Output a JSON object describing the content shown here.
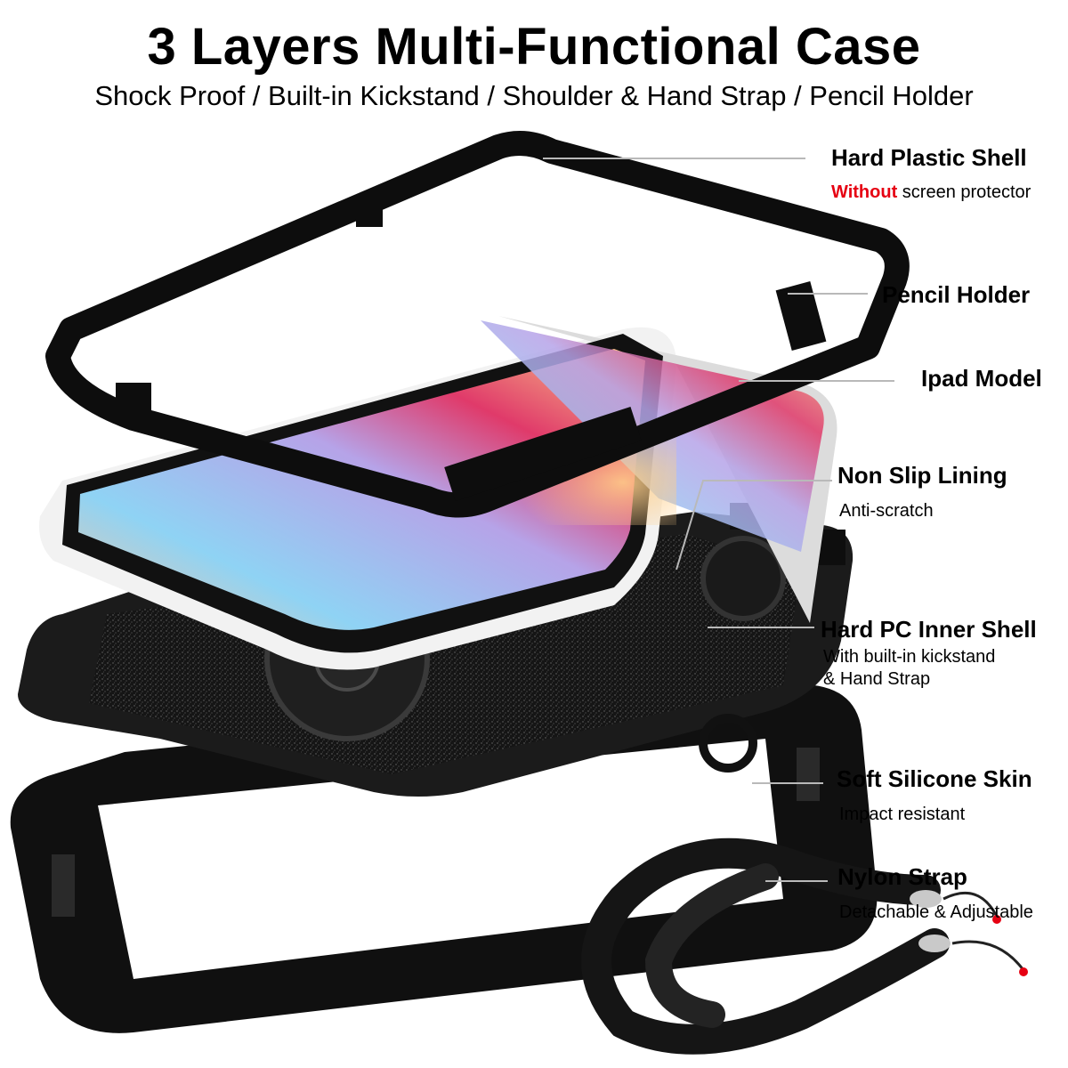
{
  "header": {
    "title": "3 Layers Multi-Functional Case",
    "subtitle": "Shock Proof / Built-in Kickstand / Shoulder & Hand Strap / Pencil Holder"
  },
  "callouts": {
    "hard_plastic_shell": {
      "label": "Hard Plastic Shell",
      "note_highlight": "Without",
      "note_rest": " screen protector"
    },
    "pencil_holder": {
      "label": "Pencil Holder"
    },
    "ipad_model": {
      "label": "Ipad Model"
    },
    "non_slip_lining": {
      "label": "Non Slip Lining",
      "note": "Anti-scratch"
    },
    "hard_pc_inner_shell": {
      "label": "Hard PC Inner Shell",
      "note_line1": "With built-in kickstand",
      "note_line2": "& Hand Strap"
    },
    "soft_silicone_skin": {
      "label": "Soft Silicone Skin",
      "note": "Impact resistant"
    },
    "nylon_strap": {
      "label": "Nylon Strap",
      "note": "Detachable & Adjustable"
    }
  },
  "colors": {
    "highlight": "#e60012",
    "text": "#000000",
    "leader_line": "#b9b9b9",
    "case_black": "#111111"
  },
  "icons": [
    "exploded-case-illustration",
    "ipad-screen-gradient",
    "nylon-strap-illustration"
  ]
}
